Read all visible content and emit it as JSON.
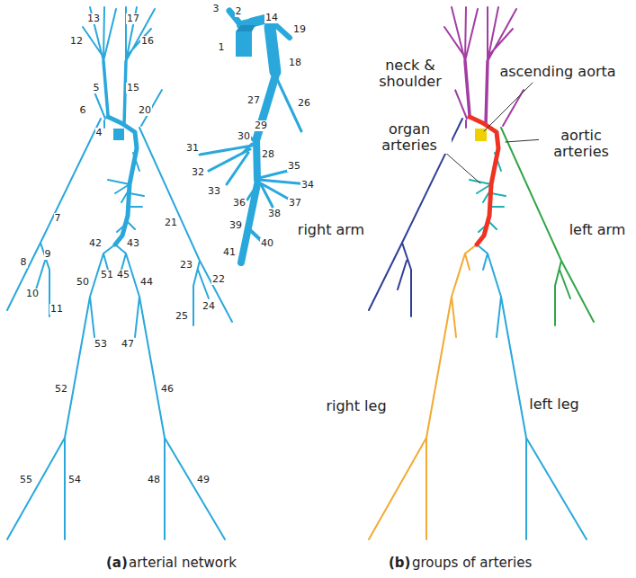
{
  "diagram": {
    "labels": [
      "13",
      "17",
      "12",
      "16",
      "5",
      "15",
      "6",
      "20",
      "4",
      "7",
      "21",
      "42",
      "43",
      "8",
      "9",
      "51",
      "45",
      "50",
      "44",
      "10",
      "23",
      "22",
      "24",
      "11",
      "25",
      "53",
      "47",
      "52",
      "46",
      "55",
      "54",
      "48",
      "49",
      "3",
      "2",
      "14",
      "19",
      "1",
      "18",
      "27",
      "26",
      "29",
      "30",
      "31",
      "28",
      "35",
      "32",
      "34",
      "33",
      "36",
      "37",
      "38",
      "39",
      "40",
      "41",
      "neck & shoulder",
      "ascending aorta",
      "organ arteries",
      "aortic arteries",
      "right arm",
      "left arm",
      "right leg",
      "left leg",
      "(a)",
      "arterial network",
      "(b)",
      "groups of arteries"
    ]
  }
}
